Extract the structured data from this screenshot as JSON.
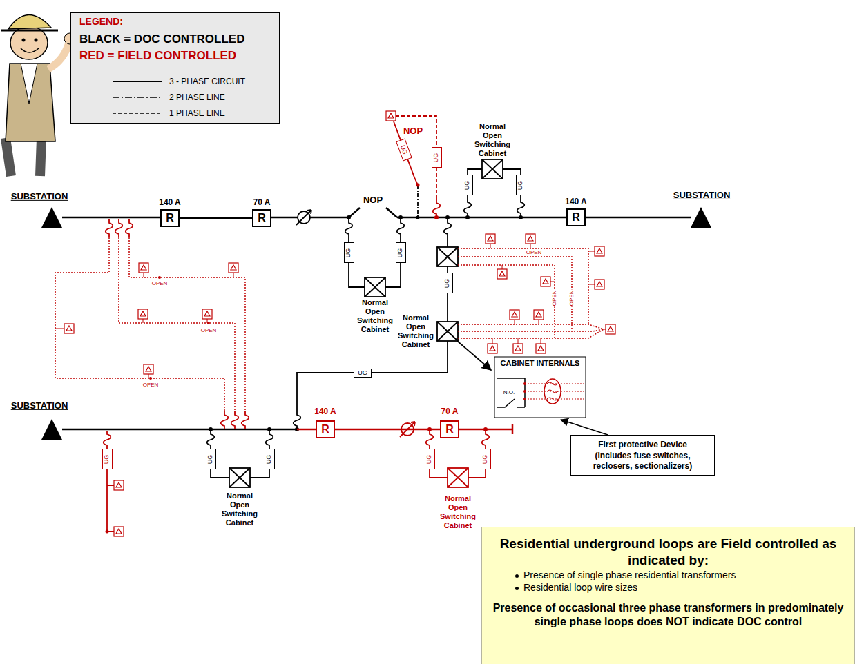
{
  "diagram": {
    "nodes": [
      {
        "text": [
          "LEGEND:",
          "BLACK = DOC CONTROLLED",
          "RED = FIELD CONTROLLED"
        ]
      },
      {
        "text": [
          "R"
        ]
      },
      {
        "text": [
          "R"
        ]
      },
      {
        "text": [
          "UG"
        ]
      },
      {
        "text": [
          "UG"
        ]
      },
      {
        "text": [
          "UG"
        ]
      },
      {
        "text": [
          "UG"
        ]
      },
      {
        "text": [
          "UG"
        ]
      },
      {
        "text": [
          "UG"
        ]
      },
      {
        "text": [
          "UG"
        ]
      },
      {
        "text": [
          "R"
        ]
      },
      {
        "text": [
          "UG"
        ]
      },
      {
        "text": [
          "R"
        ]
      },
      {
        "text": [
          "R"
        ]
      },
      {
        "text": [
          "UG"
        ]
      },
      {
        "text": [
          "UG"
        ]
      },
      {
        "text": [
          "UG"
        ]
      },
      {
        "text": [
          "UG"
        ]
      },
      {
        "text": [
          "UG"
        ]
      },
      {
        "text": [
          "CABINET INTERNALS"
        ]
      },
      {
        "text": [
          "First protective Device",
          "(Includes fuse switches, reclosers, sectionalizers)"
        ]
      },
      {
        "text": [
          "Residential underground loops are Field controlled as indicated by:",
          "Presence of single phase residential transformers",
          "Residential loop wire sizes",
          "Presence of occasional three phase transformers in predominately single phase loops does NOT indicate DOC control"
        ]
      }
    ],
    "edges": [
      {
        "from": 1,
        "to": 2,
        "arrow": "none"
      },
      {
        "from": 12,
        "to": 13,
        "arrow": "none"
      },
      {
        "from": 20,
        "to": 19,
        "arrow": "to"
      }
    ],
    "labels": [
      "SUBSTATION",
      "SUBSTATION",
      "SUBSTATION",
      "140 A",
      "70 A",
      "NOP",
      "NOP",
      "Normal Open Switching Cabinet",
      "Normal Open Switching Cabinet",
      "Normal Open Switching Cabinet",
      "140 A",
      "OPEN",
      "OPEN",
      "OPEN",
      "OPEN",
      "OPEN",
      "OPEN",
      "140 A",
      "70 A",
      "N.O.",
      "Normal Open Switching Cabinet",
      "Normal Open Switching Cabinet"
    ],
    "legend": [
      {
        "text": "3 - PHASE CIRCUIT"
      },
      {
        "text": "2 PHASE LINE"
      },
      {
        "text": "1 PHASE LINE"
      }
    ]
  }
}
